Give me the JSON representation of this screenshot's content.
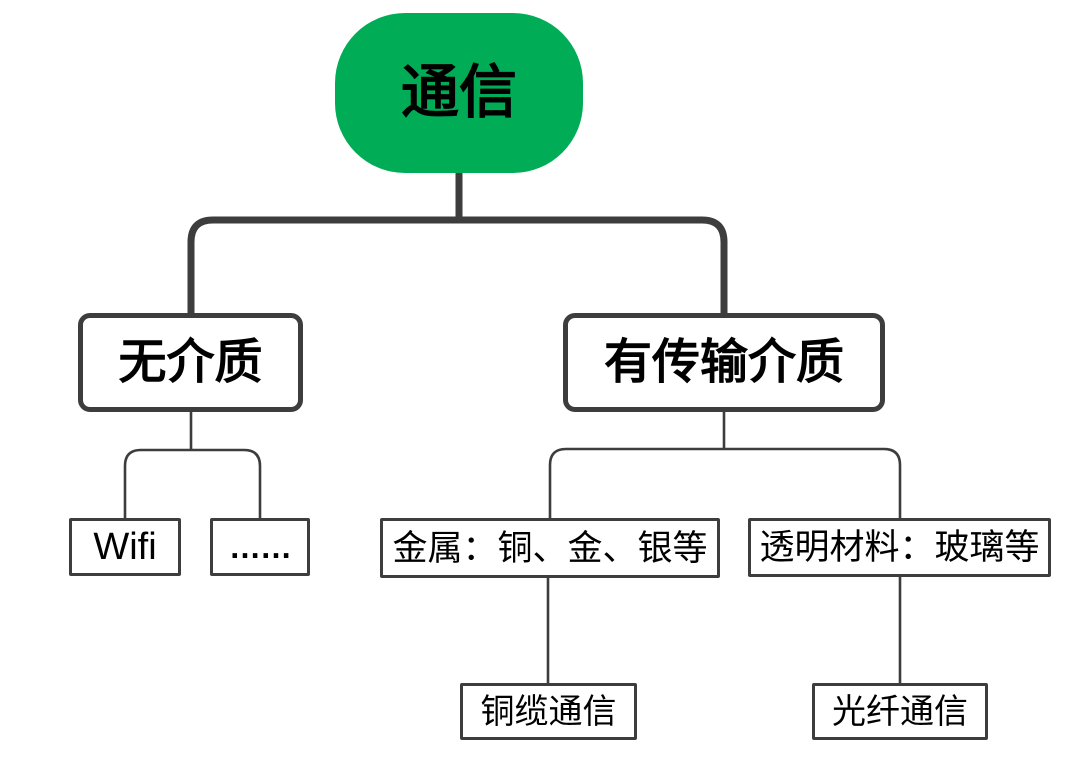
{
  "colors": {
    "root_fill": "#00AD56",
    "line": "#3D3D3D",
    "box_border": "#3D3D3D",
    "text": "#000000",
    "background": "#FFFFFF"
  },
  "diagram": {
    "root": {
      "label": "通信"
    },
    "branches": [
      {
        "label": "无介质",
        "children": [
          {
            "label": "Wifi"
          },
          {
            "label": "……"
          }
        ]
      },
      {
        "label": "有传输介质",
        "children": [
          {
            "label": "金属：铜、金、银等",
            "children": [
              {
                "label": "铜缆通信"
              }
            ]
          },
          {
            "label": "透明材料：玻璃等",
            "children": [
              {
                "label": "光纤通信"
              }
            ]
          }
        ]
      }
    ]
  }
}
